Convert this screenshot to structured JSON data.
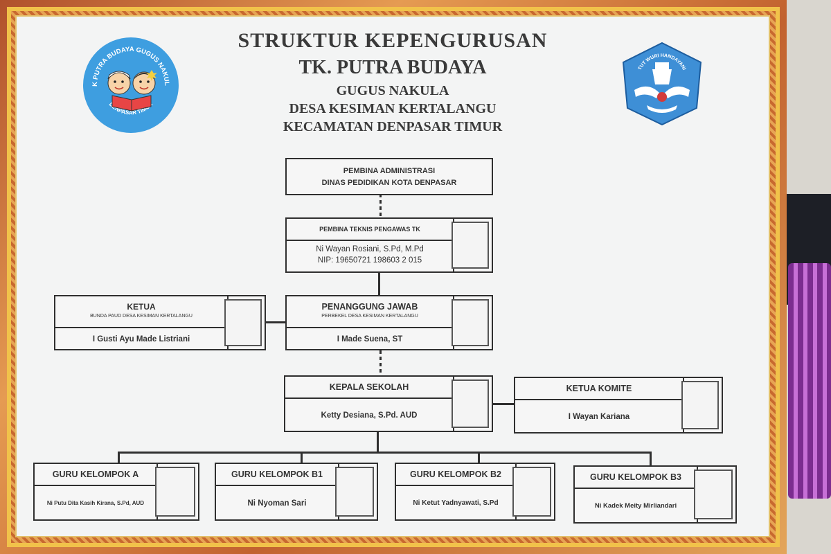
{
  "header": {
    "line1": "STRUKTUR KEPENGURUSAN",
    "line2": "TK. PUTRA BUDAYA",
    "line3": "GUGUS NAKULA",
    "line4": "DESA KESIMAN KERTALANGU",
    "line5": "KECAMATAN DENPASAR TIMUR"
  },
  "logos": {
    "left_ring_top": "TK PUTRA BUDAYA GUGUS NAKULA",
    "left_ring_bottom": "DENPASAR TIMUR",
    "right_ring": "TUT WURI HANDAYANI"
  },
  "nodes": {
    "pembina_admin": {
      "line1": "PEMBINA ADMINISTRASI",
      "line2": "DINAS PEDIDIKAN KOTA DENPASAR"
    },
    "pembina_teknis": {
      "title": "PEMBINA TEKNIS PENGAWAS TK",
      "name": "Ni Wayan Rosiani, S.Pd, M.Pd",
      "nip": "NIP: 19650721 198603 2 015"
    },
    "ketua": {
      "title": "KETUA",
      "subtitle": "BUNDA PAUD DESA KESIMAN KERTALANGU",
      "name": "I Gusti Ayu Made Listriani"
    },
    "penanggung_jawab": {
      "title": "PENANGGUNG JAWAB",
      "subtitle": "PERBEKEL DESA KESIMAN KERTALANGU",
      "name": "I Made Suena, ST"
    },
    "kepala_sekolah": {
      "title": "KEPALA SEKOLAH",
      "name": "Ketty Desiana, S.Pd. AUD"
    },
    "ketua_komite": {
      "title": "KETUA KOMITE",
      "name": "I Wayan Kariana"
    },
    "guru_a": {
      "title": "GURU KELOMPOK A",
      "name": "Ni Putu Dita Kasih Kirana, S.Pd, AUD"
    },
    "guru_b1": {
      "title": "GURU KELOMPOK B1",
      "name": "Ni Nyoman Sari"
    },
    "guru_b2": {
      "title": "GURU KELOMPOK B2",
      "name": "Ni Ketut Yadnyawati, S.Pd"
    },
    "guru_b3": {
      "title": "GURU KELOMPOK B3",
      "name": "Ni Kadek Meity Mirliandari"
    }
  },
  "colors": {
    "frame": "#c8692f",
    "frame_gold": "#f1c24a",
    "paper": "#f3f4f4",
    "logo_blue": "#3e9ee0",
    "ink": "#2f2f2f"
  }
}
